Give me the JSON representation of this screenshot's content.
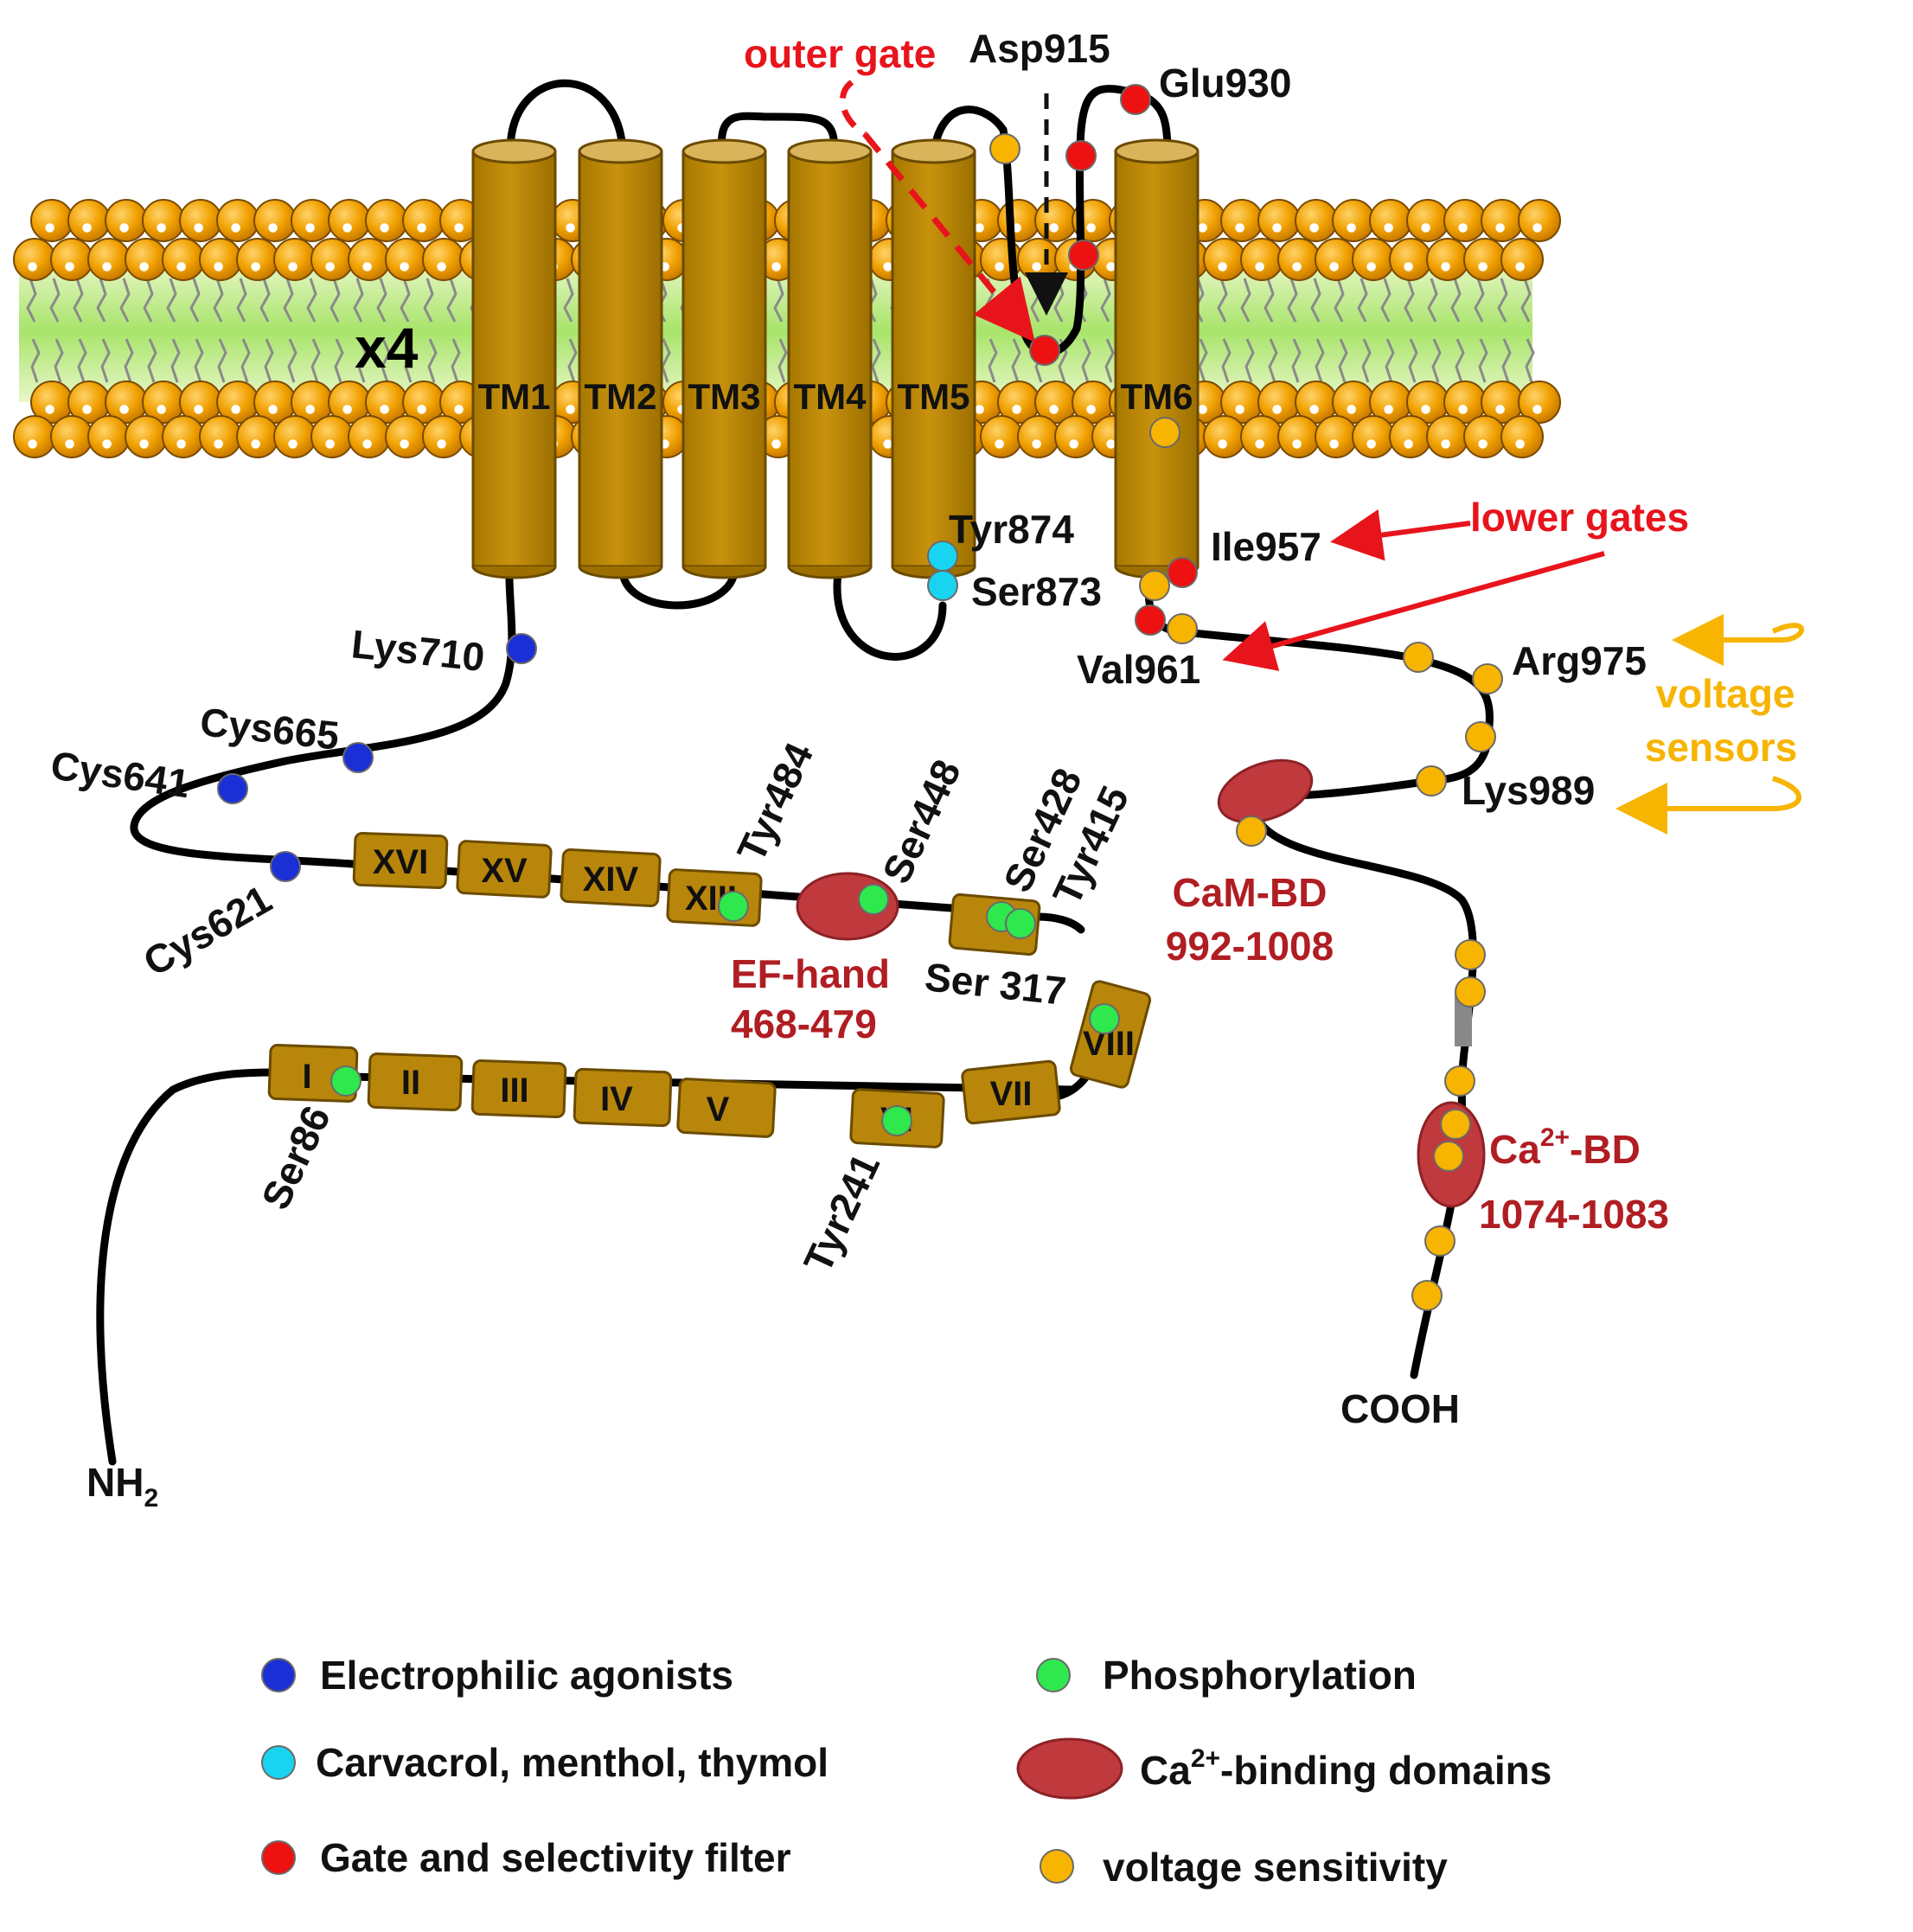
{
  "membrane": {
    "multiplier": "x4"
  },
  "helices": [
    "TM1",
    "TM2",
    "TM3",
    "TM4",
    "TM5",
    "TM6"
  ],
  "ankyrin_repeats": [
    "I",
    "II",
    "III",
    "IV",
    "V",
    "VI",
    "VII",
    "VIII",
    "XIII",
    "XIV",
    "XV",
    "XVI"
  ],
  "termini": {
    "n": "NH",
    "n_sub": "2",
    "c": "COOH"
  },
  "residues": {
    "asp915": "Asp915",
    "glu930": "Glu930",
    "tyr874": "Tyr874",
    "ser873": "Ser873",
    "ile957": "Ile957",
    "val961": "Val961",
    "arg975": "Arg975",
    "lys989": "Lys989",
    "lys710": "Lys710",
    "cys665": "Cys665",
    "cys641": "Cys641",
    "cys621": "Cys621",
    "tyr484": "Tyr484",
    "ser448": "Ser448",
    "ser428": "Ser428",
    "tyr415": "Tyr415",
    "ser317": "Ser 317",
    "ser86": "Ser86",
    "tyr241": "Tyr241"
  },
  "annotations": {
    "outer_gate": "outer gate",
    "lower_gates": "lower gates",
    "voltage_1": "voltage",
    "voltage_2": "sensors"
  },
  "domains": {
    "efhand_name": "EF-hand",
    "efhand_range": "468-479",
    "cambd_name": "CaM-BD",
    "cambd_range": "992-1008",
    "cabd_pre": "Ca",
    "cabd_sup": "2+",
    "cabd_post": "-BD",
    "cabd_range": "1074-1083"
  },
  "legend": {
    "electrophilic": "Electrophilic agonists",
    "carvacrol": "Carvacrol, menthol, thymol",
    "gate": "Gate and selectivity filter",
    "phospho": "Phosphorylation",
    "cabd_pre": "Ca",
    "cabd_sup": "2+",
    "cabd_post": "-binding domains",
    "voltage": "voltage sensitivity"
  },
  "colors": {
    "electrophilic": "#1b2fd6",
    "carvacrol": "#19d4f0",
    "gate": "#ee1111",
    "phospho": "#2ee84e",
    "ca_binding": "#c0393d",
    "voltage": "#f7b400",
    "helix": "#b8860b",
    "lipid_head": "#e89a00"
  }
}
